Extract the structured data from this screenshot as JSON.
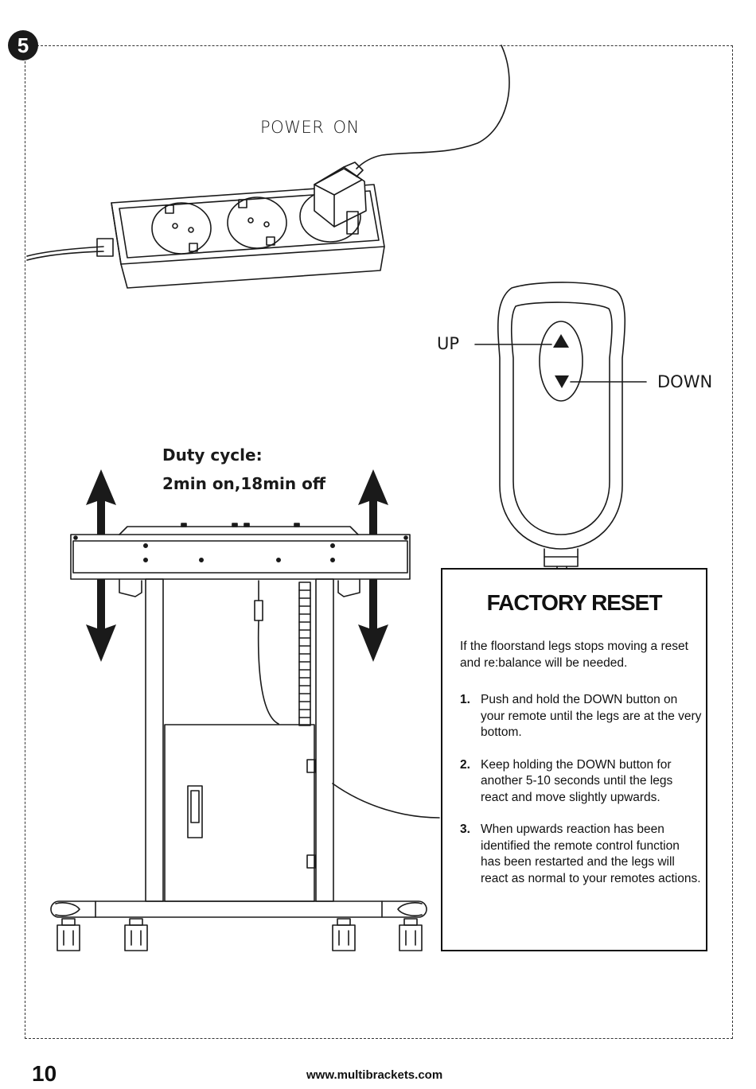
{
  "step_number": "5",
  "power_label": "POWER ON",
  "remote": {
    "up_label": "UP",
    "down_label": "DOWN"
  },
  "duty_cycle": {
    "title": "Duty cycle:",
    "value": "2min on,18min off"
  },
  "factory_reset": {
    "title": "FACTORY RESET",
    "intro": "If the floorstand legs stops moving a reset and re:balance will be needed.",
    "steps": [
      {
        "number": "1.",
        "text": "Push and hold the DOWN button on your remote until the legs are at the very bottom."
      },
      {
        "number": "2.",
        "text": "Keep holding the DOWN button for another 5-10 seconds until the legs react and move slightly upwards."
      },
      {
        "number": "3.",
        "text": "When upwards reaction has been identified the remote control function has been restarted and the legs will react as normal to your remotes actions."
      }
    ]
  },
  "footer": {
    "page_number": "10",
    "url": "www.multibrackets.com"
  }
}
